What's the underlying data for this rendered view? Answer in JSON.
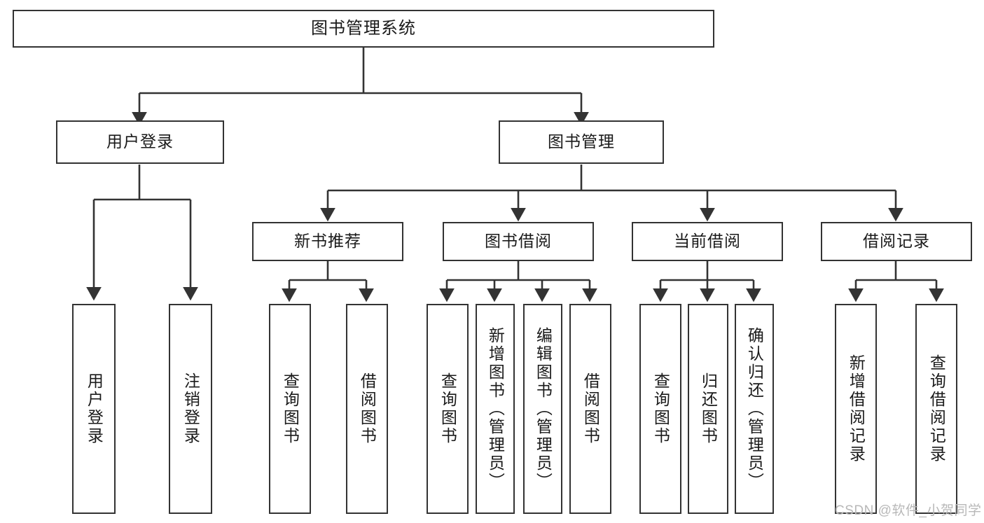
{
  "diagram": {
    "title": "图书管理系统",
    "type": "功能结构图",
    "style": {
      "border_color": "#333333",
      "background": "#ffffff",
      "text_color": "#1a1a1a",
      "watermark_color": "#b8b8b8"
    }
  },
  "nodes": {
    "root": {
      "label": "图书管理系统"
    },
    "level2": [
      {
        "id": "user-login",
        "label": "用户登录"
      },
      {
        "id": "book-management",
        "label": "图书管理"
      }
    ],
    "level3": [
      {
        "id": "new-book-recommend",
        "label": "新书推荐"
      },
      {
        "id": "book-borrow",
        "label": "图书借阅"
      },
      {
        "id": "current-borrow",
        "label": "当前借阅"
      },
      {
        "id": "borrow-record",
        "label": "借阅记录"
      }
    ],
    "leaves": {
      "user_login": [
        {
          "id": "leaf-user-login",
          "label": "用户登录"
        },
        {
          "id": "leaf-logout-login",
          "label": "注销登录"
        }
      ],
      "new_book_recommend": [
        {
          "id": "leaf-query-book-1",
          "label": "查询图书"
        },
        {
          "id": "leaf-borrow-book-1",
          "label": "借阅图书"
        }
      ],
      "book_borrow": [
        {
          "id": "leaf-query-book-2",
          "label": "查询图书"
        },
        {
          "id": "leaf-add-book",
          "label": "新增图书（管理员）"
        },
        {
          "id": "leaf-edit-book",
          "label": "编辑图书（管理员）"
        },
        {
          "id": "leaf-borrow-book-2",
          "label": "借阅图书"
        }
      ],
      "current_borrow": [
        {
          "id": "leaf-query-book-3",
          "label": "查询图书"
        },
        {
          "id": "leaf-return-book",
          "label": "归还图书"
        },
        {
          "id": "leaf-confirm-return",
          "label": "确认归还（管理员）"
        }
      ],
      "borrow_record": [
        {
          "id": "leaf-add-record",
          "label": "新增借阅记录"
        },
        {
          "id": "leaf-query-record",
          "label": "查询借阅记录"
        }
      ]
    }
  },
  "watermark": {
    "text": "CSDN @软件_小贺同学"
  }
}
